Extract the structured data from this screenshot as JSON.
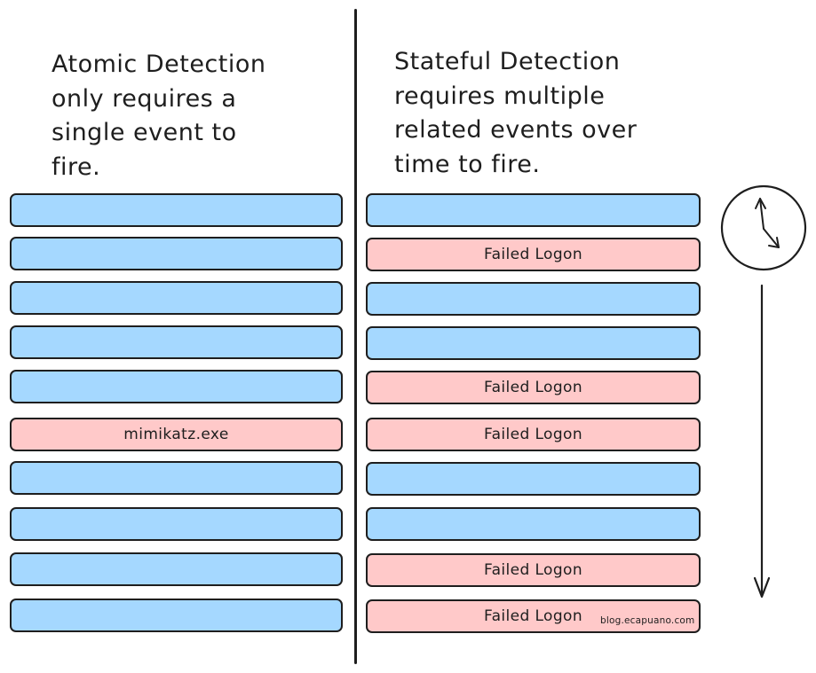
{
  "left": {
    "heading": "Atomic Detection\nonly requires a\nsingle event to\nfire.",
    "events": [
      {
        "label": "",
        "color": "blue"
      },
      {
        "label": "",
        "color": "blue"
      },
      {
        "label": "",
        "color": "blue"
      },
      {
        "label": "",
        "color": "blue"
      },
      {
        "label": "",
        "color": "blue"
      },
      {
        "label": "mimikatz.exe",
        "color": "red"
      },
      {
        "label": "",
        "color": "blue"
      },
      {
        "label": "",
        "color": "blue"
      },
      {
        "label": "",
        "color": "blue"
      },
      {
        "label": "",
        "color": "blue"
      }
    ]
  },
  "right": {
    "heading": "Stateful Detection\nrequires multiple\nrelated events over\ntime to fire.",
    "events": [
      {
        "label": "",
        "color": "blue"
      },
      {
        "label": "Failed Logon",
        "color": "red"
      },
      {
        "label": "",
        "color": "blue"
      },
      {
        "label": "",
        "color": "blue"
      },
      {
        "label": "Failed Logon",
        "color": "red"
      },
      {
        "label": "Failed Logon",
        "color": "red"
      },
      {
        "label": "",
        "color": "blue"
      },
      {
        "label": "",
        "color": "blue"
      },
      {
        "label": "Failed Logon",
        "color": "red"
      },
      {
        "label": "Failed Logon",
        "color": "red"
      }
    ]
  },
  "icons": {
    "clock": "clock-icon",
    "time_arrow": "arrow-down-icon"
  },
  "watermark": "blog.ecapuano.com",
  "colors": {
    "normal_event": "#a5d8ff",
    "alert_event": "#ffc9c9",
    "stroke": "#1e1e1e"
  }
}
